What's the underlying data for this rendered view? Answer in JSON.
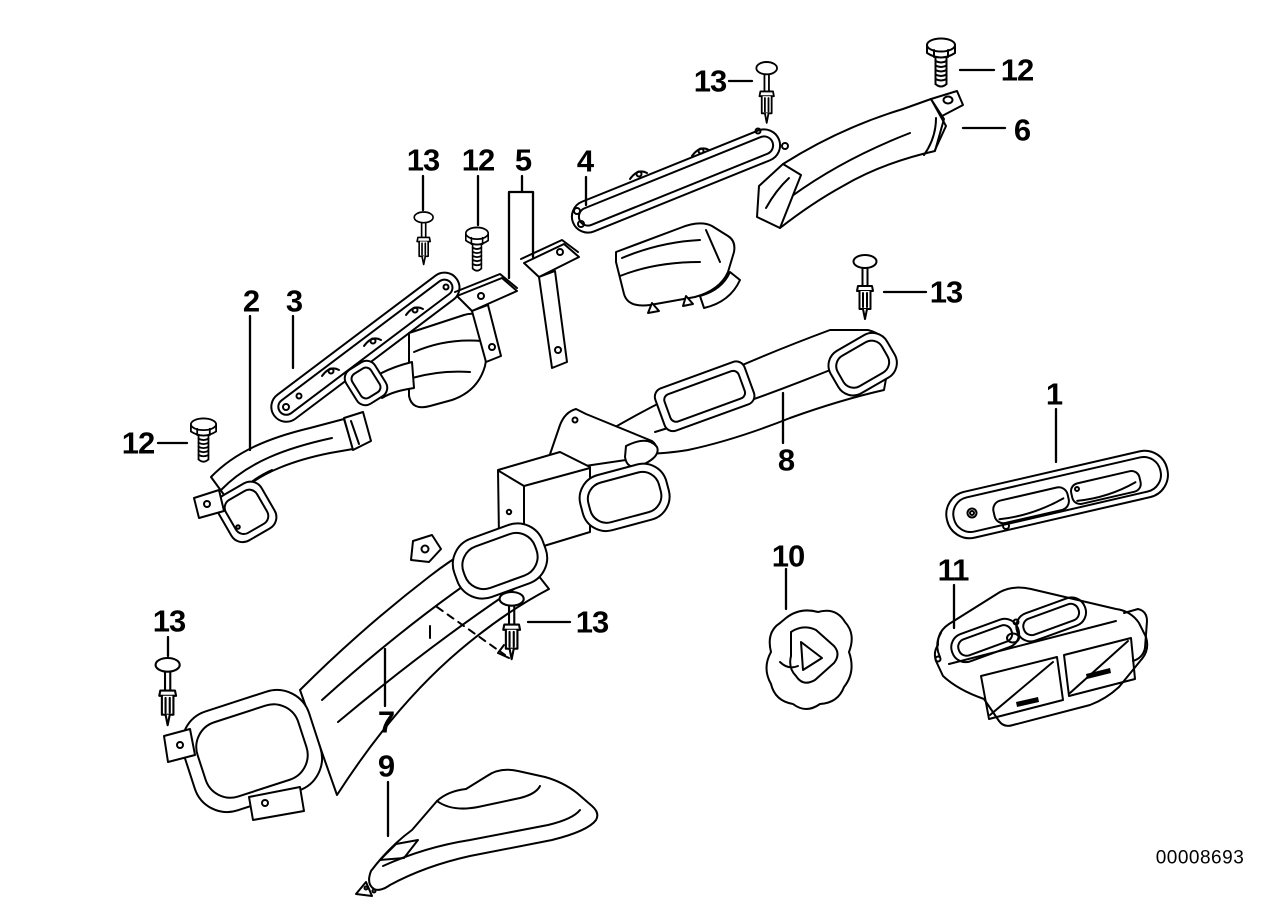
{
  "diagram": {
    "colors": {
      "line": "#000000",
      "background": "#ffffff"
    },
    "id_number": "00008693",
    "callouts": [
      "1",
      "2",
      "3",
      "4",
      "5",
      "6",
      "7",
      "8",
      "9",
      "10",
      "11",
      "12",
      "12",
      "12",
      "13",
      "13",
      "13",
      "13",
      "13"
    ]
  }
}
